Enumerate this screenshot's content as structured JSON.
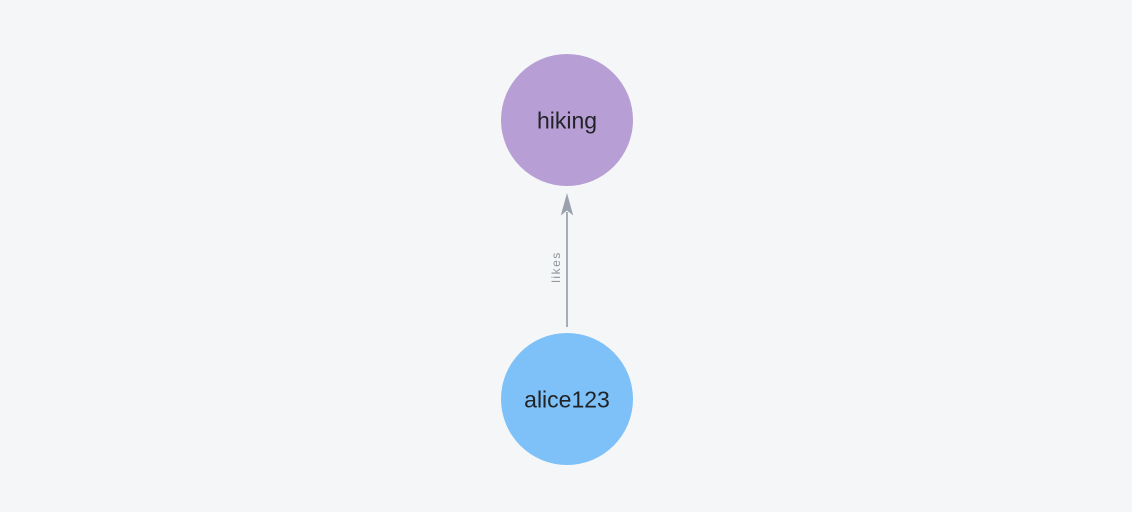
{
  "canvas": {
    "background_color": "#f5f6f7"
  },
  "graph": {
    "nodes": [
      {
        "label": "hiking",
        "fill_color": "#b79fd6",
        "label_color": "#212326"
      },
      {
        "label": "alice123",
        "fill_color": "#7dc1f8",
        "label_color": "#212326"
      }
    ],
    "edges": [
      {
        "label": "likes",
        "from": "alice123",
        "to": "hiking",
        "color": "#9aa1ad",
        "label_color": "#8e949d",
        "arrow": "to"
      }
    ]
  }
}
